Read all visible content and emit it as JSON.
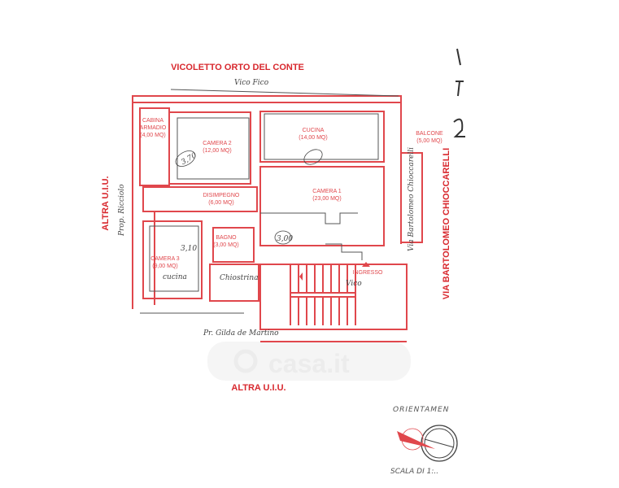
{
  "streets": {
    "top": "VICOLETTO ORTO DEL CONTE",
    "top_handwritten": "Vico Fico",
    "left": "ALTRA U.I.U.",
    "left_handwritten": "Prop. Ricciolo",
    "right": "VIA BARTOLOMEO CHIOCCARELLI",
    "right_handwritten": "Via Bartolomeo Chioccarelli",
    "bottom": "ALTRA U.I.U.",
    "bottom_handwritten": "Pr. Gilda de Martino"
  },
  "rooms": [
    {
      "name": "CABINA",
      "name2": "ARMADIO",
      "area": "(4,00 MQ)"
    },
    {
      "name": "CAMERA 2",
      "area": "(12,00 MQ)"
    },
    {
      "name": "CUCINA",
      "area": "(14,00 MQ)"
    },
    {
      "name": "BALCONE",
      "area": "(5,00 MQ)"
    },
    {
      "name": "DISIMPEGNO",
      "area": "(6,00 MQ)"
    },
    {
      "name": "CAMERA 1",
      "area": "(23,00 MQ)"
    },
    {
      "name": "BAGNO",
      "area": "(3,00 MQ)"
    },
    {
      "name": "CAMERA 3",
      "area": "(9,00 MQ)"
    },
    {
      "name": "INGRESSO"
    }
  ],
  "handwritten_notes": [
    "3,70",
    "3,00",
    "3,10",
    "Chiostrina",
    "Vico",
    "cucina"
  ],
  "orientation_label": "ORIENTAMEN",
  "scale_label": "SCALA DI 1:..",
  "watermark": "casa.it",
  "colors": {
    "accent": "#e0474c",
    "street": "#d8282e"
  }
}
